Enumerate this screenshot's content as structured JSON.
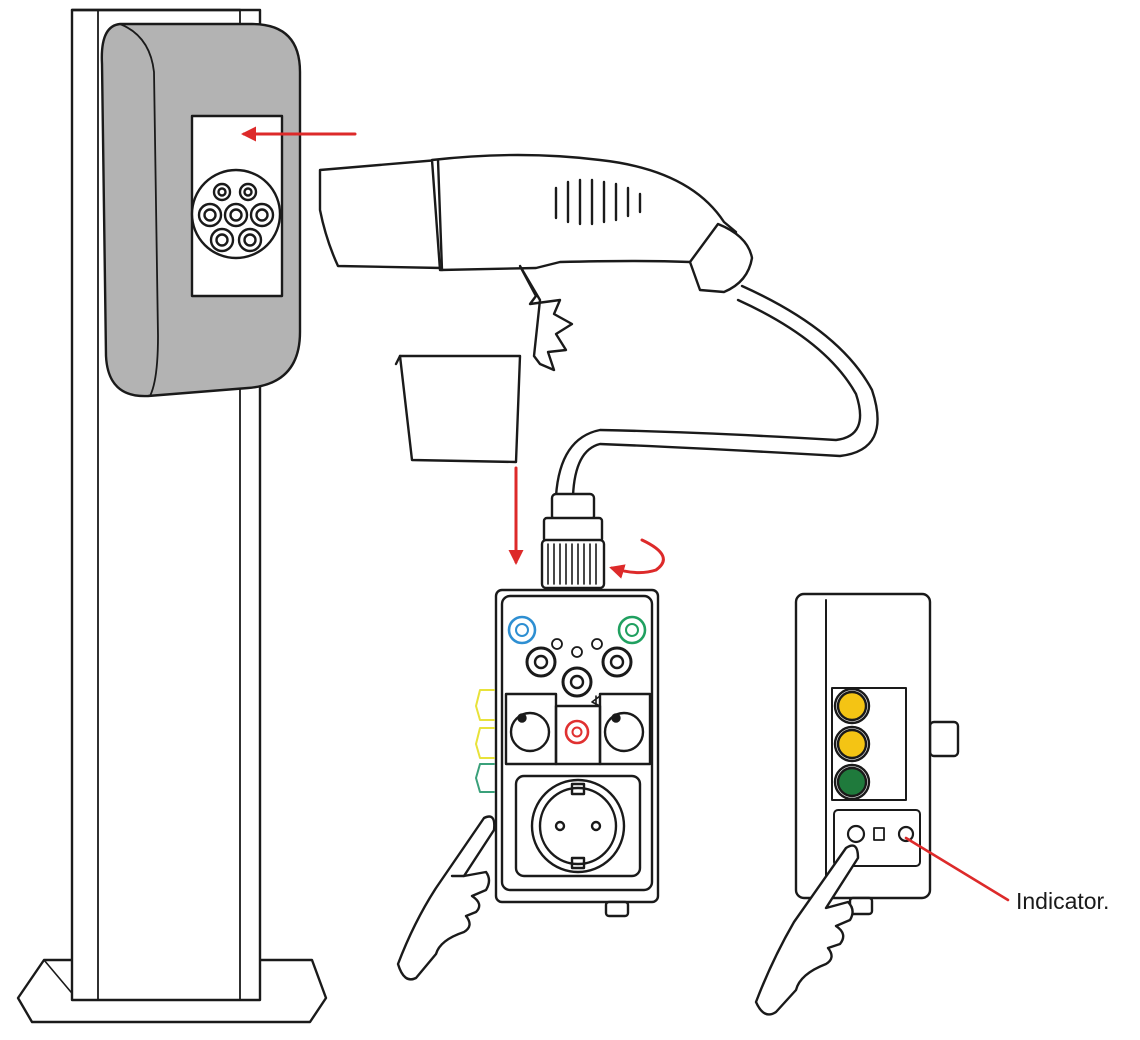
{
  "callout": {
    "label": "Indicator."
  },
  "colors": {
    "arrow": "#dd2a2a",
    "housing": "#b3b3b3",
    "socket_blue": "#2e8fd2",
    "socket_green": "#20a060",
    "socket_red": "#e03030",
    "lamp_yellow": "#f4c414",
    "lamp_green": "#1f7a3c",
    "tab_yellow": "#e8e23a",
    "tab_teal": "#3aa07a"
  },
  "icons": [
    "charging-post",
    "type2-socket",
    "charging-plug",
    "adapter-box",
    "schuko-outlet",
    "side-view-box",
    "pointing-hand",
    "arrow"
  ]
}
